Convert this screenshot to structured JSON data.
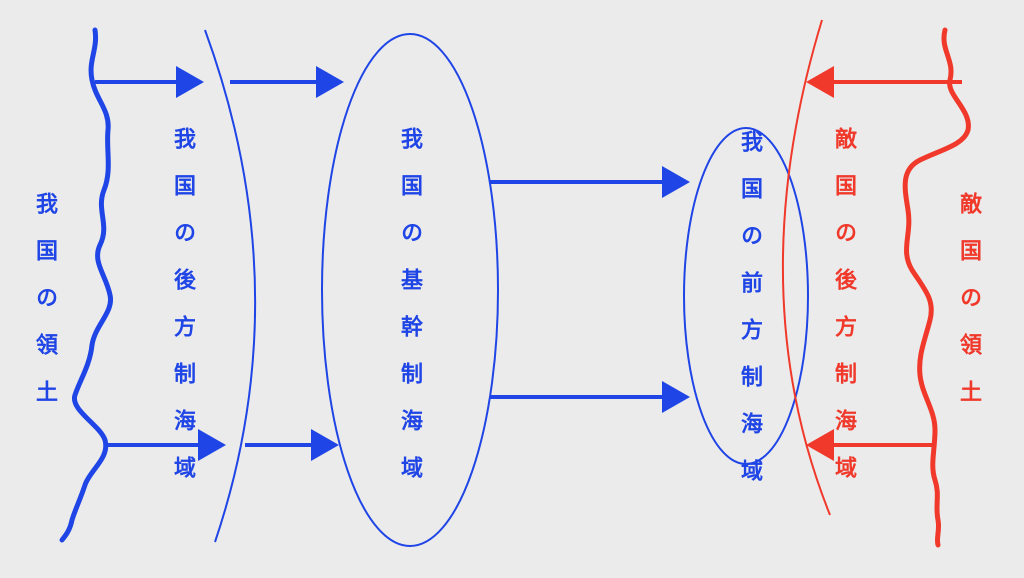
{
  "colors": {
    "own": "#1f45e6",
    "enemy": "#f0392b",
    "background": "#ebebeb"
  },
  "labels": {
    "own_territory": "我国の領土",
    "own_rear_sea": "我国の後方制海域",
    "own_core_sea": "我国の基幹制海域",
    "own_forward_sea": "我国の前方制海域",
    "enemy_rear_sea": "敵国の後方制海域",
    "enemy_territory": "敵国の領土"
  }
}
